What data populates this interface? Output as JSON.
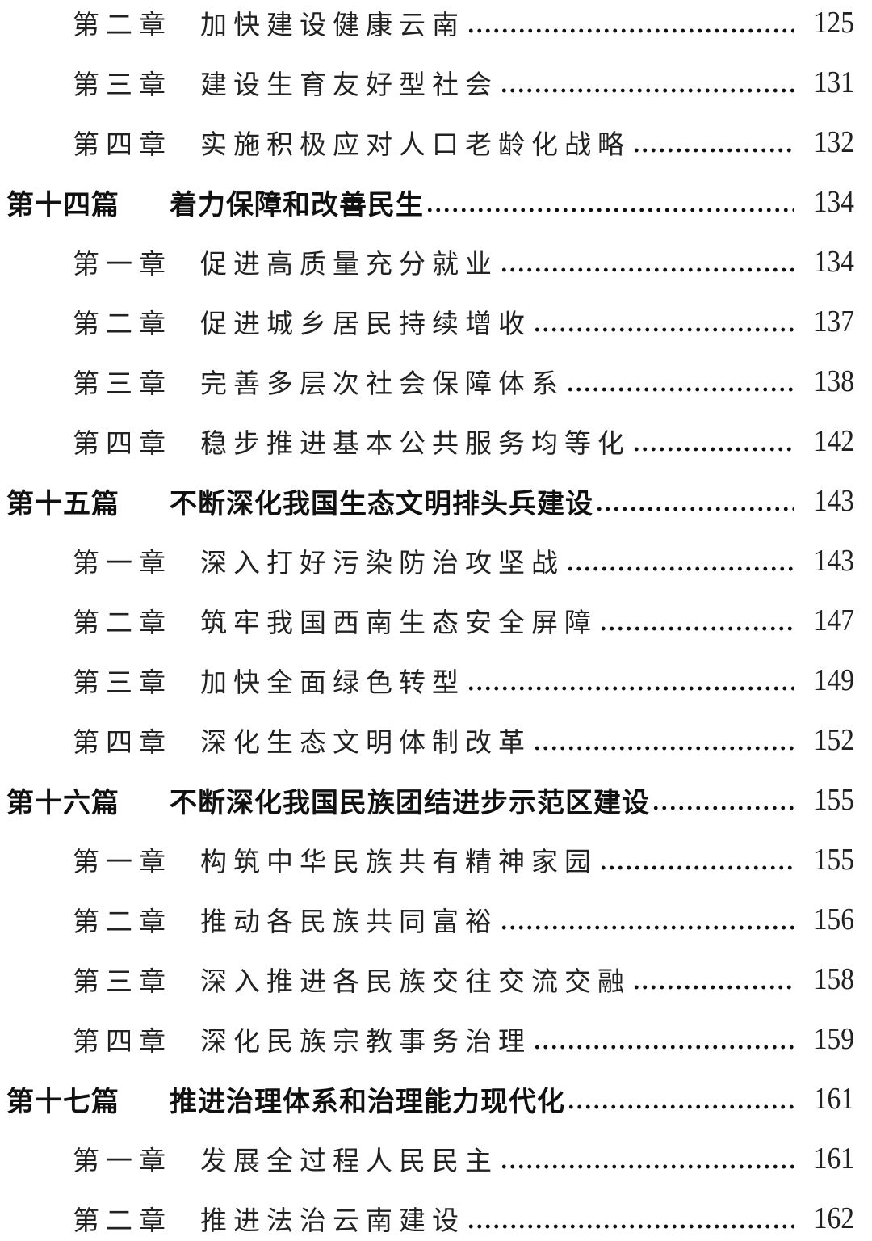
{
  "toc": {
    "entries": [
      {
        "type": "chapter",
        "number": "第二章",
        "title": "加快建设健康云南",
        "page": "125"
      },
      {
        "type": "chapter",
        "number": "第三章",
        "title": "建设生育友好型社会",
        "page": "131"
      },
      {
        "type": "chapter",
        "number": "第四章",
        "title": "实施积极应对人口老龄化战略",
        "page": "132"
      },
      {
        "type": "part",
        "number": "第十四篇",
        "title": "着力保障和改善民生",
        "page": "134"
      },
      {
        "type": "chapter",
        "number": "第一章",
        "title": "促进高质量充分就业",
        "page": "134"
      },
      {
        "type": "chapter",
        "number": "第二章",
        "title": "促进城乡居民持续增收",
        "page": "137"
      },
      {
        "type": "chapter",
        "number": "第三章",
        "title": "完善多层次社会保障体系",
        "page": "138"
      },
      {
        "type": "chapter",
        "number": "第四章",
        "title": "稳步推进基本公共服务均等化",
        "page": "142"
      },
      {
        "type": "part",
        "number": "第十五篇",
        "title": "不断深化我国生态文明排头兵建设",
        "page": "143"
      },
      {
        "type": "chapter",
        "number": "第一章",
        "title": "深入打好污染防治攻坚战",
        "page": "143"
      },
      {
        "type": "chapter",
        "number": "第二章",
        "title": "筑牢我国西南生态安全屏障",
        "page": "147"
      },
      {
        "type": "chapter",
        "number": "第三章",
        "title": "加快全面绿色转型",
        "page": "149"
      },
      {
        "type": "chapter",
        "number": "第四章",
        "title": "深化生态文明体制改革",
        "page": "152"
      },
      {
        "type": "part",
        "number": "第十六篇",
        "title": "不断深化我国民族团结进步示范区建设",
        "page": "155"
      },
      {
        "type": "chapter",
        "number": "第一章",
        "title": "构筑中华民族共有精神家园",
        "page": "155"
      },
      {
        "type": "chapter",
        "number": "第二章",
        "title": "推动各民族共同富裕",
        "page": "156"
      },
      {
        "type": "chapter",
        "number": "第三章",
        "title": "深入推进各民族交往交流交融",
        "page": "158"
      },
      {
        "type": "chapter",
        "number": "第四章",
        "title": "深化民族宗教事务治理",
        "page": "159"
      },
      {
        "type": "part",
        "number": "第十七篇",
        "title": "推进治理体系和治理能力现代化",
        "page": "161"
      },
      {
        "type": "chapter",
        "number": "第一章",
        "title": "发展全过程人民民主",
        "page": "161"
      },
      {
        "type": "chapter",
        "number": "第二章",
        "title": "推进法治云南建设",
        "page": "162"
      }
    ]
  }
}
